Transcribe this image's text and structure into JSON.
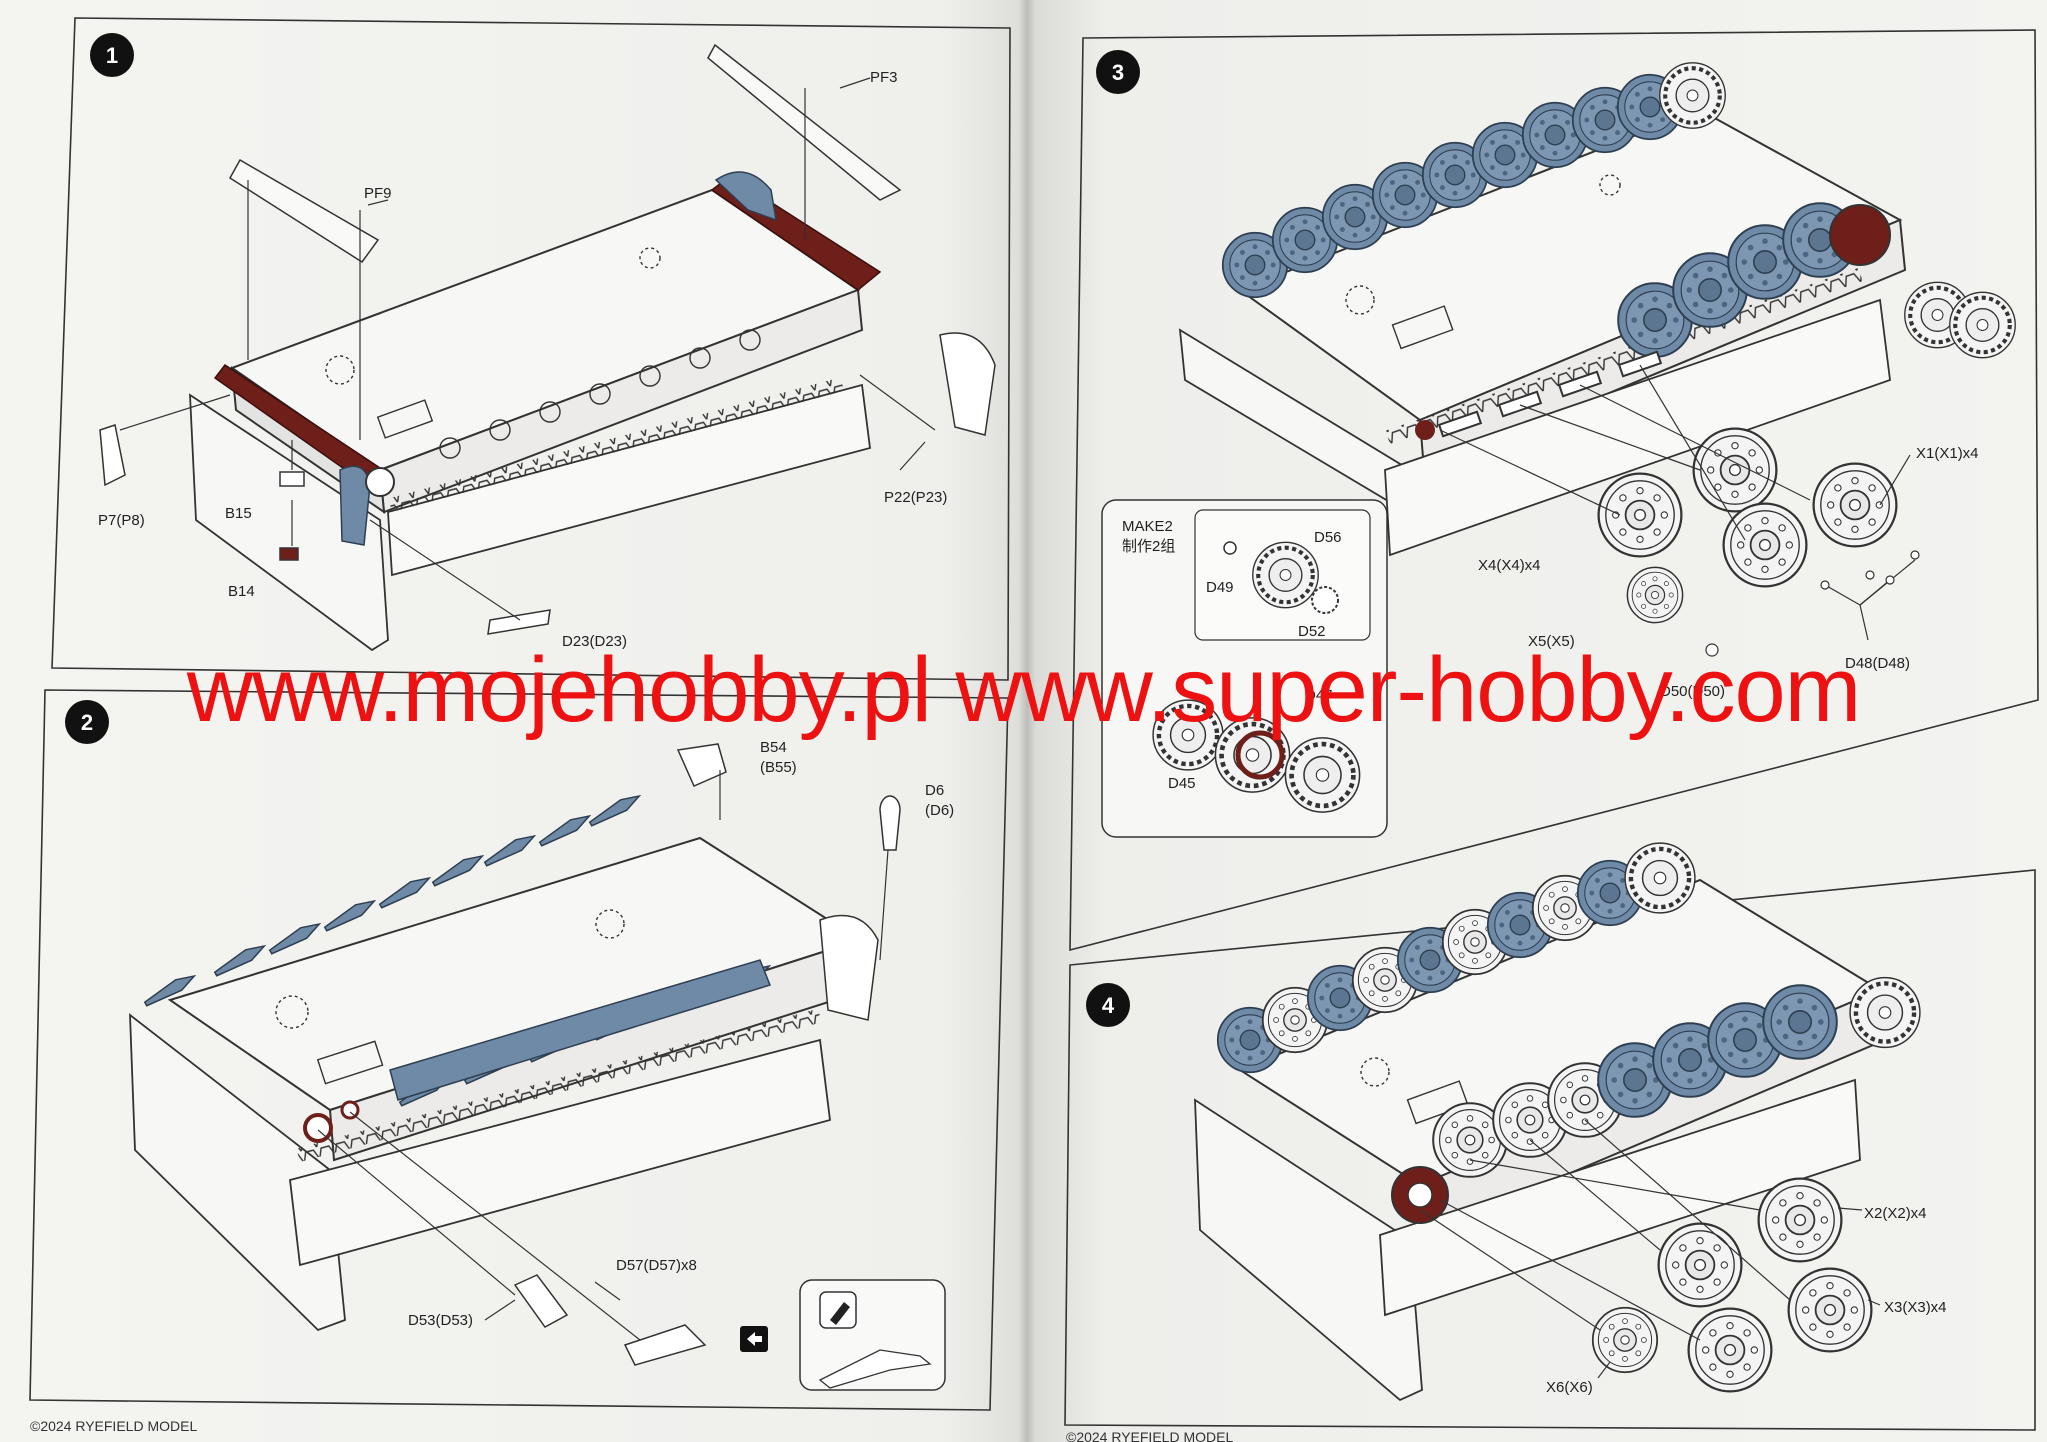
{
  "steps": [
    {
      "number": "1",
      "labels": {
        "pf3": "PF3",
        "pf9": "PF9",
        "p7": "P7(P8)",
        "b15": "B15",
        "b14": "B14",
        "p22": "P22(P23)",
        "d23": "D23(D23)"
      }
    },
    {
      "number": "2",
      "labels": {
        "b54": "B54",
        "b55": "(B55)",
        "d6": "D6",
        "d6b": "(D6)",
        "d53": "D53(D53)",
        "d57": "D57(D57)x8"
      }
    },
    {
      "number": "3",
      "labels": {
        "x1": "X1(X1)x4",
        "x4": "X4(X4)x4",
        "x5": "X5(X5)",
        "d48": "D48(D48)",
        "d50": "D50(D50)"
      },
      "subassembly": {
        "title": "MAKE2",
        "subtitle": "制作2组",
        "labels": {
          "d56": "D56",
          "d49": "D49",
          "d52": "D52",
          "d47": "D47",
          "d45": "D45"
        }
      }
    },
    {
      "number": "4",
      "labels": {
        "x2": "X2(X2)x4",
        "x3": "X3(X3)x4",
        "x6": "X6(X6)"
      }
    }
  ],
  "footer": {
    "copyright_left": "©2024 RYEFIELD MODEL",
    "copyright_right": "©2024 RYEFIELD MODEL"
  },
  "watermark": "www.mojehobby.pl www.super-hobby.com",
  "colors": {
    "part_blue": "#6f8aa6",
    "part_red": "#6e1f1a",
    "line": "#333333",
    "watermark": "#ee1111"
  },
  "icons": [
    "glue-icon",
    "arrow-next-icon"
  ]
}
